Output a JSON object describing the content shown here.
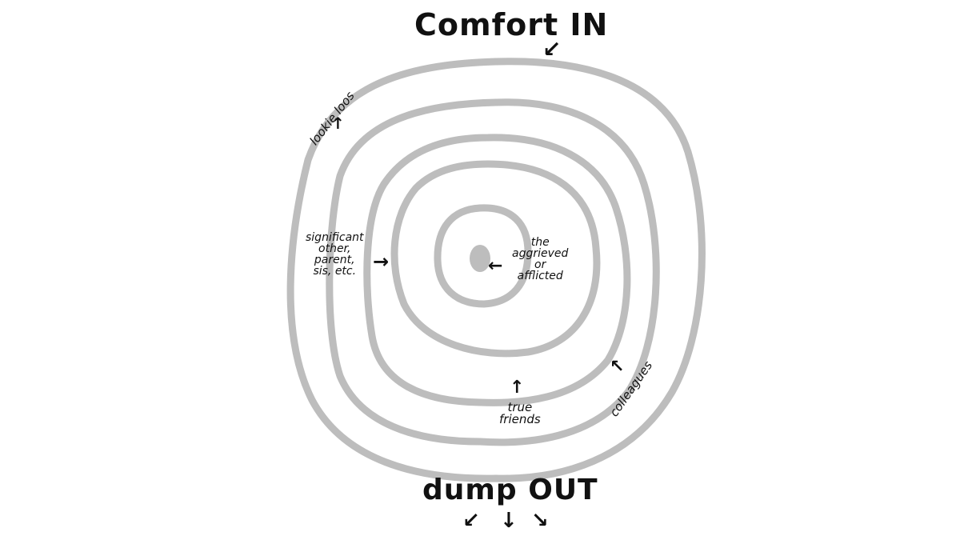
{
  "diagram": {
    "type": "concentric-circles",
    "title_top": "Comfort IN",
    "title_bottom": "dump OUT",
    "colors": {
      "ring": "#bdbdbd",
      "ink": "#111111",
      "background": "#ffffff"
    },
    "center_label": "the\naggrieved\nor\nafflicted",
    "rings": [
      {
        "order": 1,
        "label": "the aggrieved or afflicted"
      },
      {
        "order": 2,
        "label": "significant other, parent, sis, etc."
      },
      {
        "order": 3,
        "label": "true friends"
      },
      {
        "order": 4,
        "label": "colleagues"
      },
      {
        "order": 5,
        "label": "lookie loos"
      }
    ],
    "labels": {
      "lookie_loos": "lookie loos",
      "significant_other": "significant\nother,\nparent,\nsis, etc.",
      "aggrieved": "the\naggrieved\nor\nafflicted",
      "true_friends": "true\nfriends",
      "colleagues": "colleagues"
    },
    "arrows": {
      "comfort_in": "↙",
      "lookie_loos": "↑",
      "significant_other": "→",
      "aggrieved": "←",
      "true_friends": "↑",
      "colleagues": "↖",
      "dump_out_left": "↙",
      "dump_out_down": "↓",
      "dump_out_right": "↘"
    }
  }
}
